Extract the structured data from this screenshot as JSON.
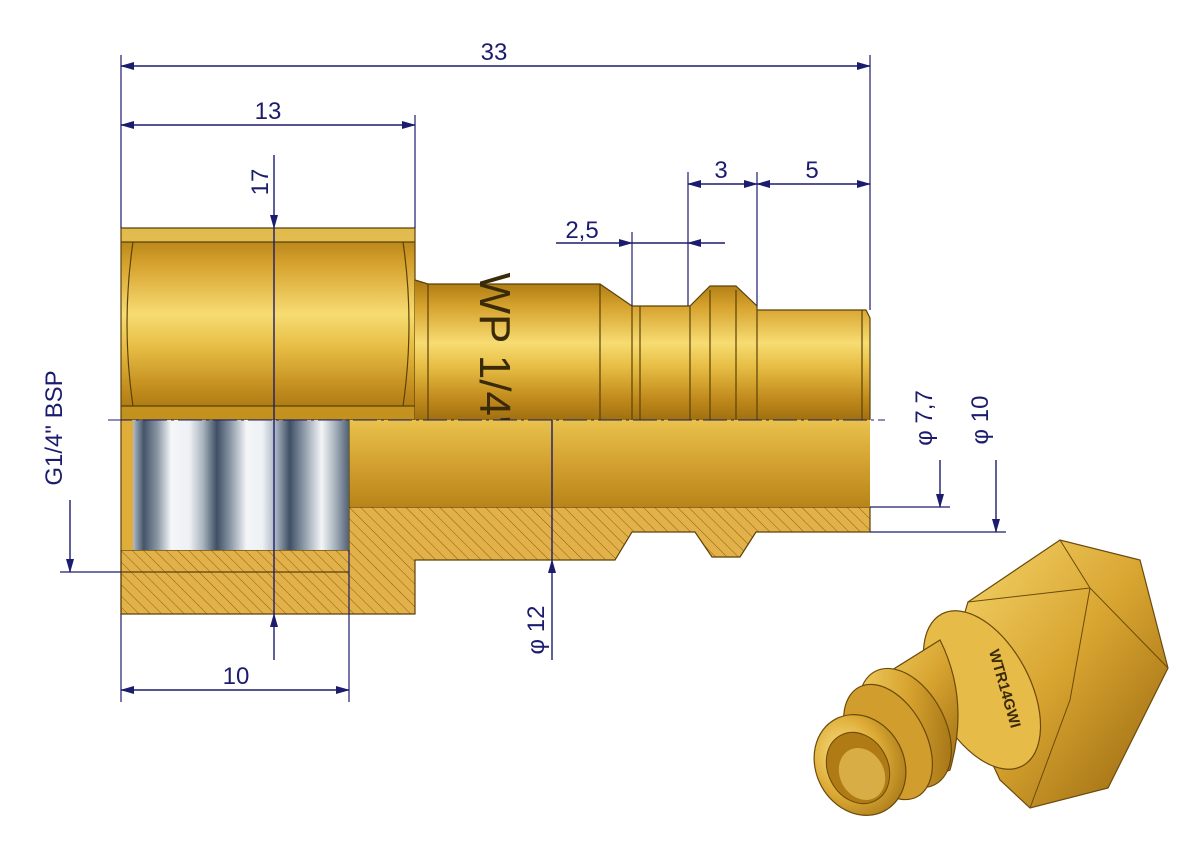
{
  "dimensions": {
    "overall_length": "33",
    "hex_length": "13",
    "hex_across_flats": "17",
    "groove_width": "2,5",
    "collar_width": "3",
    "nose_length": "5",
    "thread": "G1/4\" BSP",
    "thread_depth": "10",
    "bore_diameter": "φ 7,7",
    "nose_diameter": "φ 10",
    "body_diameter": "φ 12"
  },
  "markings": {
    "body_marking": "WP 1/4\"",
    "iso_view_marking": "WTR14GWI"
  },
  "colors": {
    "brass": "#d9a62f",
    "brass_dark": "#8a6210",
    "brass_light": "#f6d86e",
    "thread_steel": "#6d7d8f",
    "dimension_blue": "#1c1c6e"
  }
}
